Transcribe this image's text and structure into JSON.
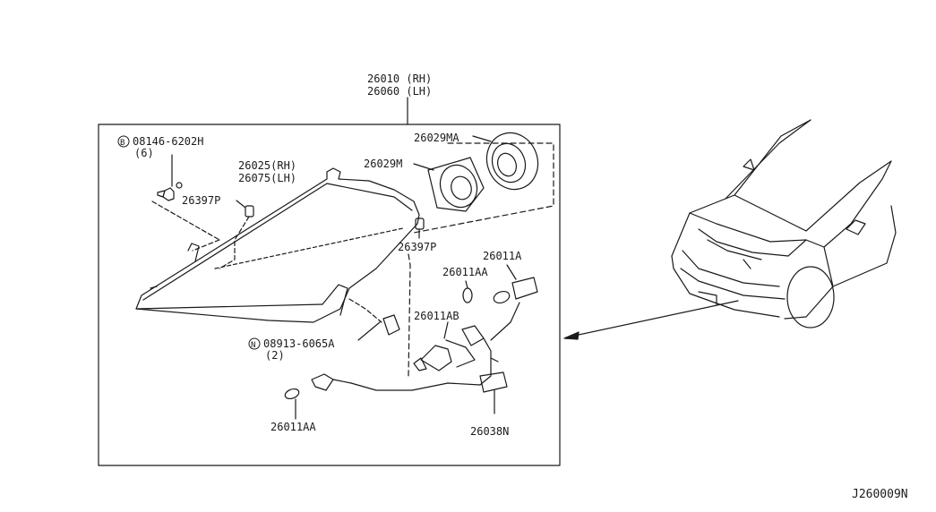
{
  "top_label": {
    "line1": "26010 (RH)",
    "line2": "26060 (LH)"
  },
  "bolt": {
    "prefix": "B",
    "part": "08146-6202H",
    "qty": "(6)"
  },
  "nut": {
    "prefix": "N",
    "part": "08913-6065A",
    "qty": "(2)"
  },
  "parts": {
    "housing_rh": "26025(RH)",
    "housing_lh": "26075(LH)",
    "cap_ma": "26029MA",
    "cap_m": "26029M",
    "clip_upper": "26397P",
    "clip_lower": "26397P",
    "bulb_a": "26011A",
    "bulb_aa_upper": "26011AA",
    "bulb_ab": "26011AB",
    "bulb_aa_lower": "26011AA",
    "harness": "26038N"
  },
  "diagram_code": "J260009N"
}
